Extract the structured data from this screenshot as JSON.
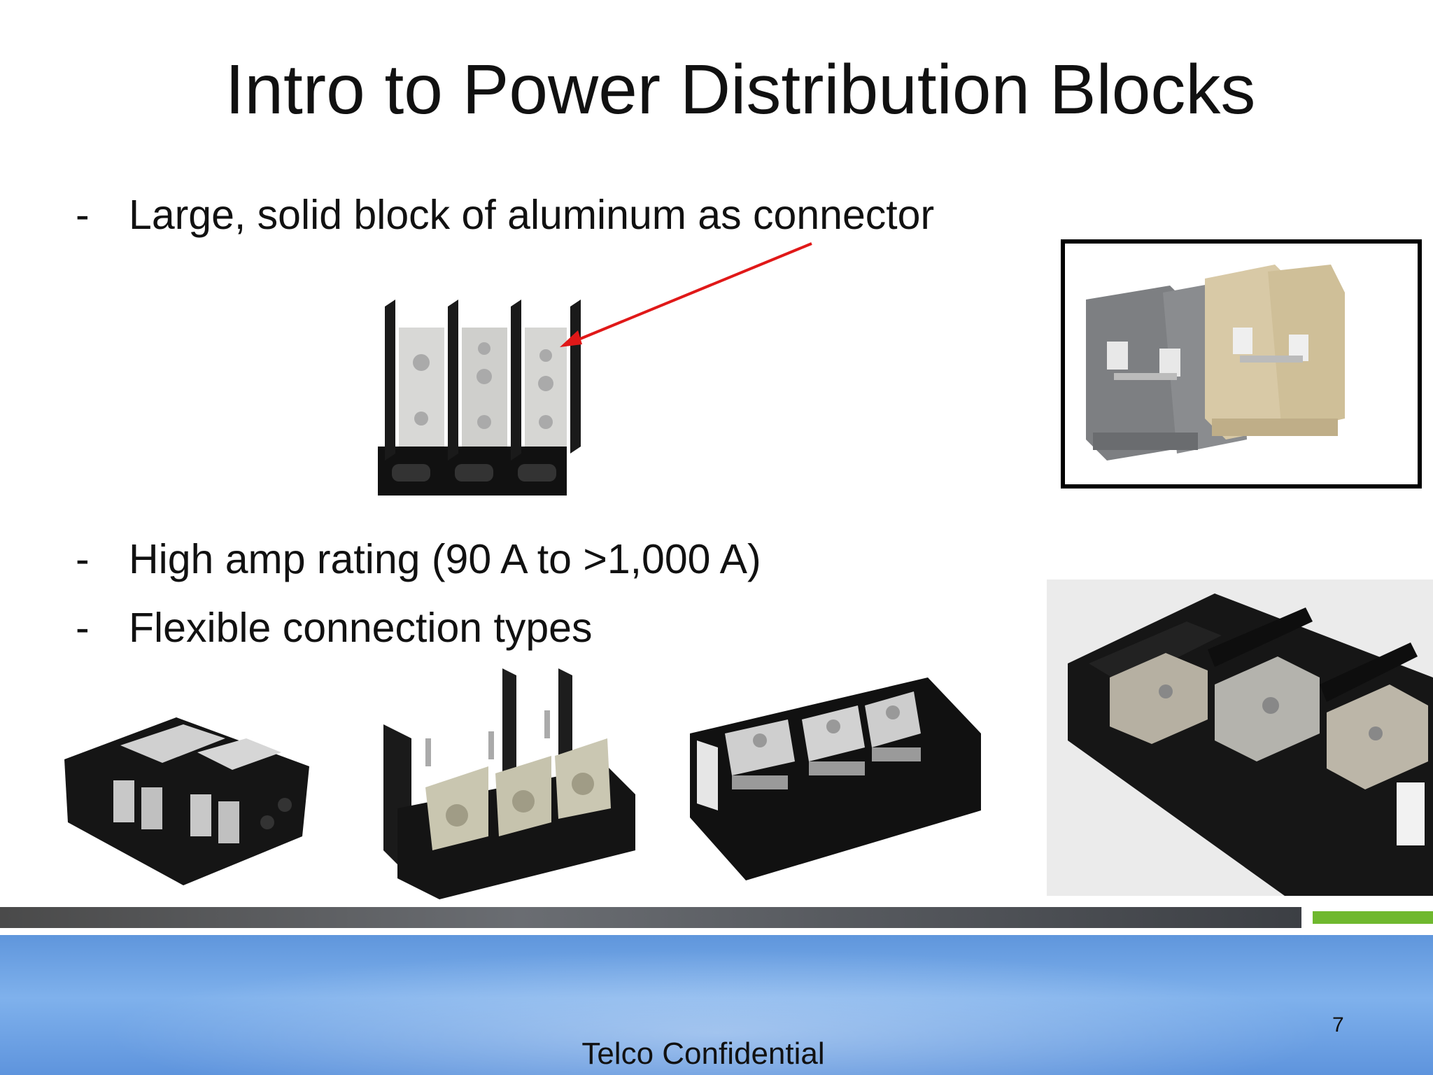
{
  "slide": {
    "title": "Intro to Power Distribution Blocks",
    "bullets": [
      {
        "marker": "-",
        "text": "Large, solid block of aluminum as connector"
      },
      {
        "marker": "-",
        "text": "High amp rating (90 A to >1,000 A)"
      },
      {
        "marker": "-",
        "text": "Flexible connection types"
      }
    ],
    "page_number": "7",
    "footer": "Telco Confidential"
  },
  "images": [
    {
      "name": "three-pole-aluminum-block-photo",
      "desc": "three-pole power distribution block"
    },
    {
      "name": "din-rail-terminal-blocks-photo",
      "desc": "grey and beige DIN rail terminal blocks"
    },
    {
      "name": "two-pole-block-photo",
      "desc": "two-pole block with tab terminals"
    },
    {
      "name": "three-pole-stud-block-photo",
      "desc": "three-pole block with studs"
    },
    {
      "name": "three-pole-multi-port-block-photo",
      "desc": "three-pole multi-port block"
    },
    {
      "name": "large-three-pole-block-photo",
      "desc": "large three-pole distribution block"
    }
  ],
  "colors": {
    "accent_arrow": "#e01818",
    "footer_blue": "#6ea6e6",
    "accent_green": "#6fb82e",
    "dark_bar": "#4a4a4a"
  }
}
